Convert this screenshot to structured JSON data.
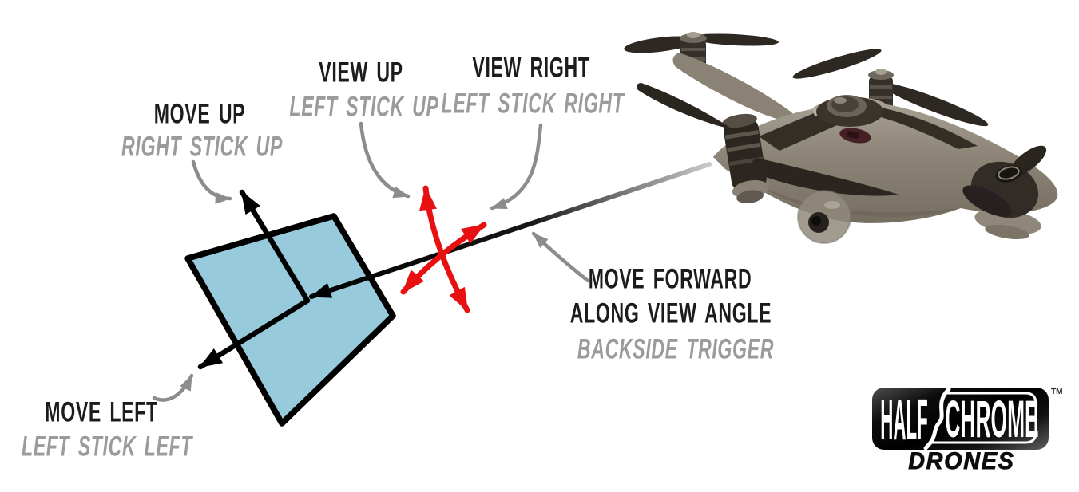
{
  "diagram": {
    "labels": {
      "move_up": {
        "action": "MOVE UP",
        "control": "RIGHT STICK UP"
      },
      "view_up": {
        "action": "VIEW UP",
        "control": "LEFT STICK UP"
      },
      "view_right": {
        "action": "VIEW RIGHT",
        "control": "LEFT STICK RIGHT"
      },
      "move_forward": {
        "action_line1": "MOVE FORWARD",
        "action_line2": "ALONG VIEW ANGLE",
        "control": "BACKSIDE TRIGGER"
      },
      "move_left": {
        "action": "MOVE LEFT",
        "control": "LEFT STICK LEFT"
      }
    },
    "colors": {
      "action_text": "#1c1c1c",
      "control_text": "#9b9b9b",
      "pointer_arrow_gray": "#8c8c8c",
      "stick_arrow_red": "#e81111",
      "move_arrow_black": "#000000",
      "view_plane_fill": "#97cbdb",
      "view_plane_border": "#000000"
    }
  },
  "logo": {
    "brand_left": "HALF",
    "brand_right": "CHROME",
    "trademark": "TM",
    "subtitle": "DRONES"
  }
}
